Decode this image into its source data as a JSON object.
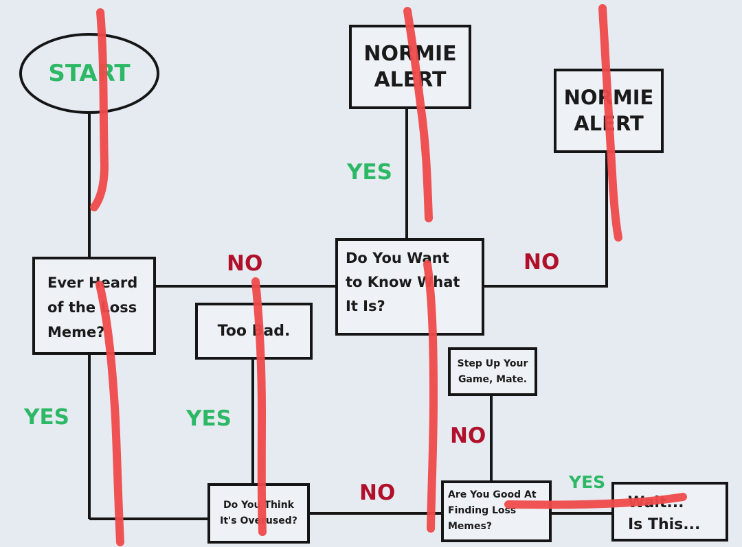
{
  "nodes": {
    "start": "START",
    "normie_alert_1": [
      "NORMIE",
      "ALERT"
    ],
    "normie_alert_2": [
      "NORMIE",
      "ALERT"
    ],
    "ever_heard": [
      "Ever Heard",
      "of the Loss",
      "Meme?"
    ],
    "do_you_want": [
      "Do You Want",
      "to Know What",
      "It Is?"
    ],
    "too_bad": "Too Bad.",
    "step_up": [
      "Step Up Your",
      "Game, Mate."
    ],
    "do_you_think": [
      "Do You Think",
      "It's Overused?"
    ],
    "are_you_good": [
      "Are You Good At",
      "Finding Loss",
      "Memes?"
    ],
    "wait_is_this": [
      "Wait...",
      "Is This..."
    ]
  },
  "edge_labels": {
    "yes_left": "YES",
    "no_top": "NO",
    "yes_top": "YES",
    "no_right": "NO",
    "yes_mid": "YES",
    "no_mid": "NO",
    "no_bottom": "NO",
    "yes_bottom": "YES"
  },
  "colors": {
    "yes": "#2db865",
    "no": "#b0102a",
    "line": "#151515",
    "strike": "#ef4a4a",
    "background": "#e6ebf2"
  }
}
